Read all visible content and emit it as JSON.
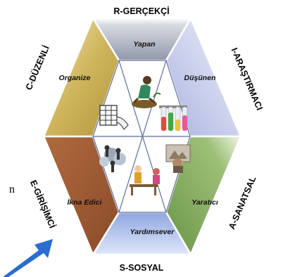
{
  "sectors": {
    "realistic": {
      "outer_label": "R-GERÇEKÇİ",
      "inner_label": "Yapan",
      "color": "#9aa3b4"
    },
    "investigative": {
      "outer_label": "I-ARAŞTIRMACI",
      "inner_label": "Düşünen",
      "color": "#c2c7e6"
    },
    "artistic": {
      "outer_label": "A-SANATSAL",
      "inner_label": "Yaratıcı",
      "color": "#7fa55a"
    },
    "social": {
      "outer_label": "S-SOSYAL",
      "inner_label": "Yardımsever",
      "color": "#a8b9e8"
    },
    "enterprising": {
      "outer_label": "E-GİRİŞİMCİ",
      "inner_label": "İkna Edici",
      "color": "#9c5b36"
    },
    "conventional": {
      "outer_label": "C-DÜZENLİ",
      "inner_label": "Organize",
      "color": "#c7ae55"
    }
  },
  "center_icons": [
    "gardener-icon",
    "test-tubes-icon",
    "artist-icon",
    "office-workers-icon",
    "team-puzzle-icon",
    "spreadsheet-icon"
  ],
  "margin_text": "n",
  "pointer_color": "#2a6ccf"
}
